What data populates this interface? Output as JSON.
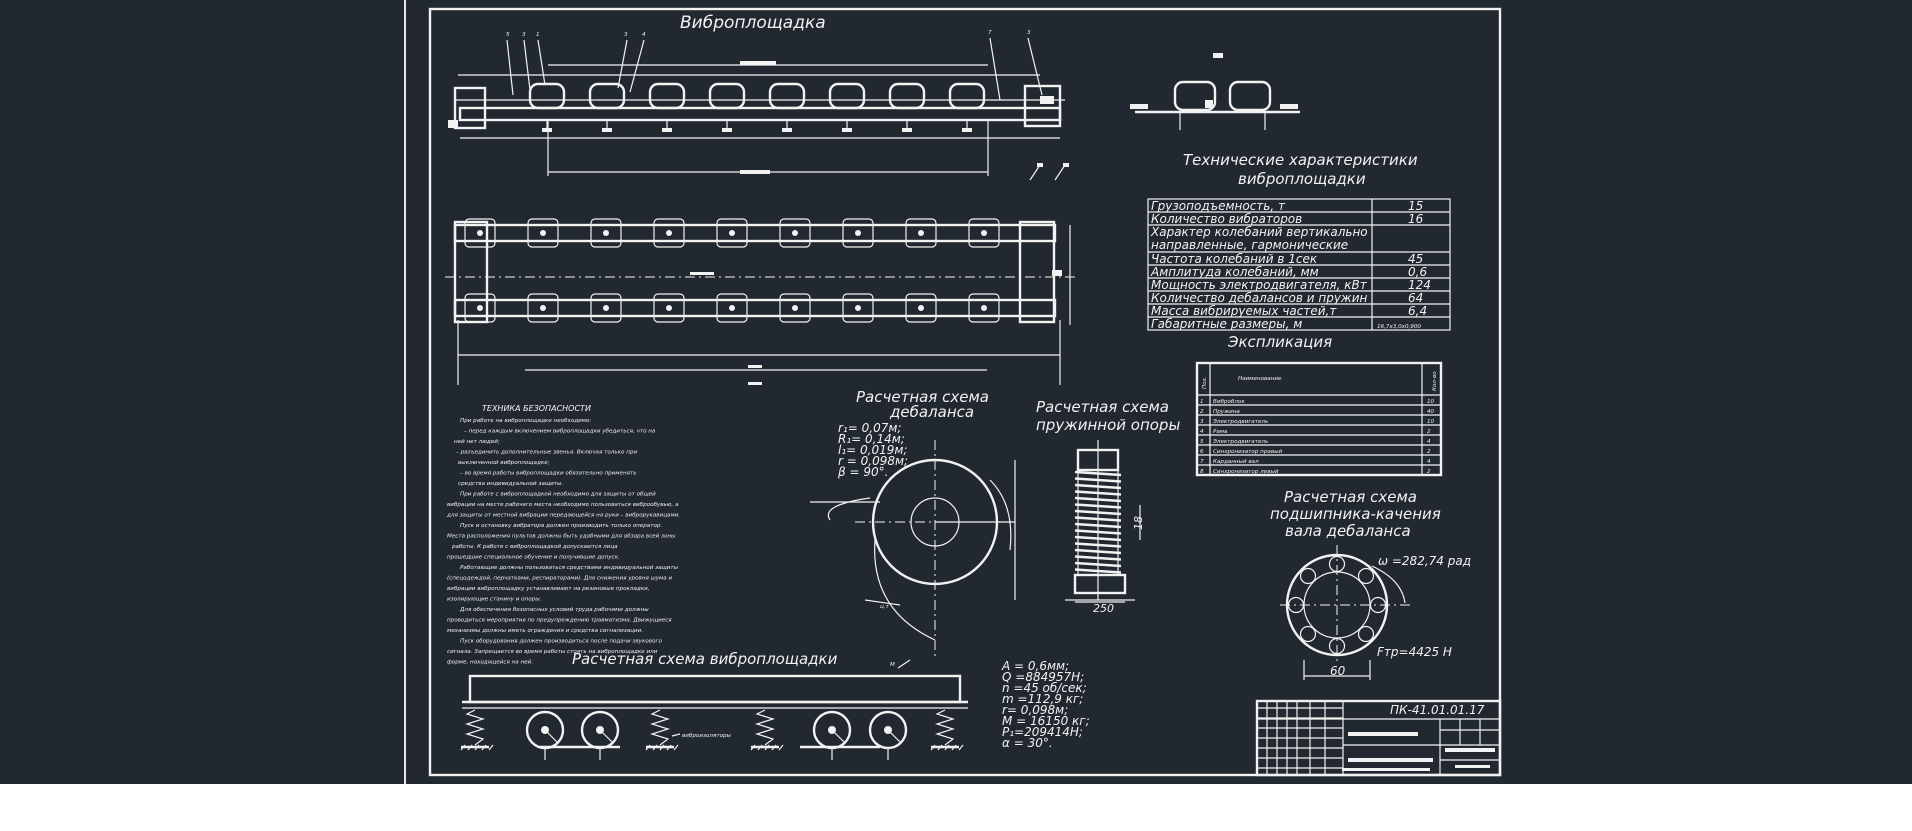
{
  "sheet": {
    "title": "Виброплощадка",
    "doc_code": "ПК-41.01.01.17",
    "leader_numbers": [
      "5",
      "3",
      "1",
      "3",
      "4",
      "7",
      "3"
    ],
    "label_M": "М"
  },
  "specs": {
    "title_line1": "Технические характеристики",
    "title_line2": "виброплощадки",
    "rows": [
      {
        "label": "Грузоподъемность, т",
        "value": "15"
      },
      {
        "label": "Количество вибраторов",
        "value": "16"
      },
      {
        "label": "Характер колебаний   вертикально направленные, гармонические",
        "value": ""
      },
      {
        "label": "Частота колебаний в 1сек",
        "value": "45"
      },
      {
        "label": "Амплитуда колебаний, мм",
        "value": "0,6"
      },
      {
        "label": "Мощность электродвигателя, кВт",
        "value": "124"
      },
      {
        "label": "Количество дебалансов и пружин",
        "value": "64"
      },
      {
        "label": "Масса вибрируемых частей,т",
        "value": "6,4"
      },
      {
        "label": "Габаритные размеры, м",
        "value": "16,7х3,0х0,900"
      }
    ]
  },
  "explication": {
    "title": "Экспликация",
    "col_pos": "Поз.",
    "col_name": "Наименование",
    "col_qty": "Кол-во",
    "rows": [
      {
        "pos": "1",
        "name": "Виброблок",
        "qty": "10"
      },
      {
        "pos": "2",
        "name": "Пружина",
        "qty": "40"
      },
      {
        "pos": "3",
        "name": "Электродвигатель",
        "qty": "10"
      },
      {
        "pos": "4",
        "name": "Рама",
        "qty": "2"
      },
      {
        "pos": "5",
        "name": "Электродвигатель",
        "qty": "4"
      },
      {
        "pos": "6",
        "name": "Синхронизатор правый",
        "qty": "2"
      },
      {
        "pos": "7",
        "name": "Карданный вал",
        "qty": "4"
      },
      {
        "pos": "8",
        "name": "Синхронизатор левый",
        "qty": "2"
      }
    ]
  },
  "safety": {
    "title": "ТЕХНИКА БЕЗОПАСНОСТИ",
    "lines": [
      "При работе на виброплощадке необходимо:",
      "– перед каждым включением виброплощадки убедиться, что на",
      "ней нет людей;",
      "– разъединить дополнительные звенья. Включая только при",
      "выключенной виброплощадке;",
      "– во время работы виброплощадки обязательно применять",
      "средства индивидуальной защиты.",
      "При работе с виброплощадкой необходимо для защиты от общей",
      "вибрации на месте рабочего места необходимо пользоваться виброобувью, а",
      "для защиты от местной вибрации передающейся на руки – виброрукавицами.",
      "Пуск и остановку вибратора должен производить только оператор.",
      "Места расположения пультов должны быть удобными для обзора всей зоны",
      "работы. К работе с виброплощадкой допускаются лица",
      "прошедшие специальное обучение и получившие допуск.",
      "Работающие должны пользоваться средствами индивидуальной защиты",
      "(спецодеждой, перчатками, респираторами). Для снижения уровня шума и",
      "вибрации виброплощадку устанавливают на резиновые прокладки,",
      "изолирующие станину и опоры.",
      "Для обеспечения безопасных условий труда рабочими должны",
      "проводиться мероприятия по предупреждению травматизма. Движущиеся",
      "механизмы должны иметь ограждения и средства сигнализации.",
      "Пуск оборудования должен производиться после подачи звукового",
      "сигнала. Запрещается во время работы стоять на виброплощадке или",
      "форме, находящейся на ней."
    ]
  },
  "scheme_debalance": {
    "title_line1": "Расчетная схема",
    "title_line2": "дебаланса",
    "params": [
      "r₁= 0,07м;",
      "R₁= 0,14м;",
      "l₁= 0,019м;",
      "r = 0,098м;",
      "β = 90°."
    ],
    "label_ct": "ц.т"
  },
  "scheme_spring": {
    "title_line1": "Расчетная схема",
    "title_line2": "пружинной опоры",
    "dim_height": "18",
    "dim_width": "250"
  },
  "scheme_bearing": {
    "title_line1": "Расчетная схема",
    "title_line2": "подшипника-качения",
    "title_line3": "вала дебаланса",
    "omega": "ω =282,74 рад",
    "force": "Fтр=4425 Н",
    "dim": "60"
  },
  "scheme_platform": {
    "title": "Расчетная схема виброплощадки",
    "label_isolators": "виброизоляторы",
    "params": [
      "A = 0,6мм;",
      "Q =884957Н;",
      "n =45 об/сек;",
      "m =112,9 кг;",
      "r= 0,098м;",
      "M = 16150 кг;",
      "P₁=209414Н;",
      "α = 30°."
    ]
  },
  "colors": {
    "background": "#212830",
    "line": "#f2f2f2",
    "below_viewport": "#ffffff",
    "left_rule": "#e6e6e6"
  }
}
